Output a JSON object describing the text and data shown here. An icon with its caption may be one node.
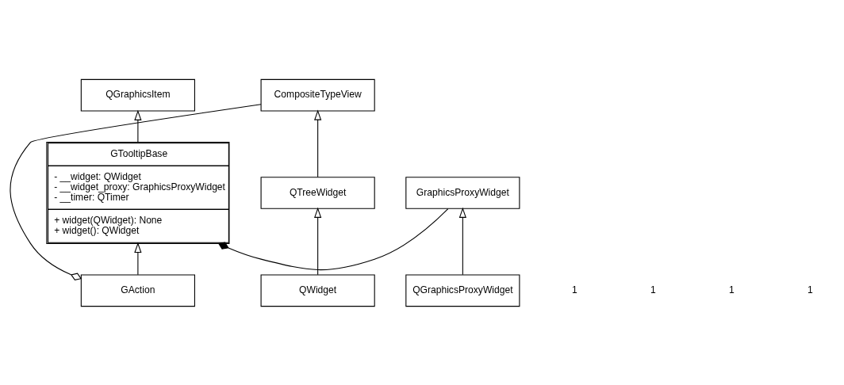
{
  "diagram": {
    "nodes": [
      {
        "text": [
          "QGraphicsItem"
        ]
      },
      {
        "text": [
          "GTooltipBase",
          "- __widget: QWidget",
          "- __widget_proxy: GraphicsProxyWidget",
          "- __timer: QTimer",
          "+ widget(QWidget): None",
          "+ widget(): QWidget"
        ]
      },
      {
        "text": [
          "GraphicsProxyWidget"
        ]
      },
      {
        "text": [
          "QGraphicsProxyWidget"
        ]
      },
      {
        "text": [
          "CompositeTypeView"
        ]
      },
      {
        "text": [
          "QTreeWidget"
        ]
      },
      {
        "text": [
          "QWidget"
        ]
      },
      {
        "text": [
          "GAction"
        ]
      }
    ],
    "edges": [
      {
        "from": 1,
        "to": 0,
        "arrow": "to"
      },
      {
        "from": 3,
        "to": 2,
        "arrow": "to"
      },
      {
        "from": 5,
        "to": 4,
        "arrow": "to"
      },
      {
        "from": 6,
        "to": 5,
        "arrow": "to"
      },
      {
        "from": 7,
        "to": 1,
        "arrow": "to"
      },
      {
        "from": 2,
        "to": 1,
        "arrow": "other"
      },
      {
        "from": 4,
        "to": 7,
        "arrow": "other"
      }
    ],
    "labels": [
      "1",
      "1",
      "1",
      "1"
    ]
  }
}
